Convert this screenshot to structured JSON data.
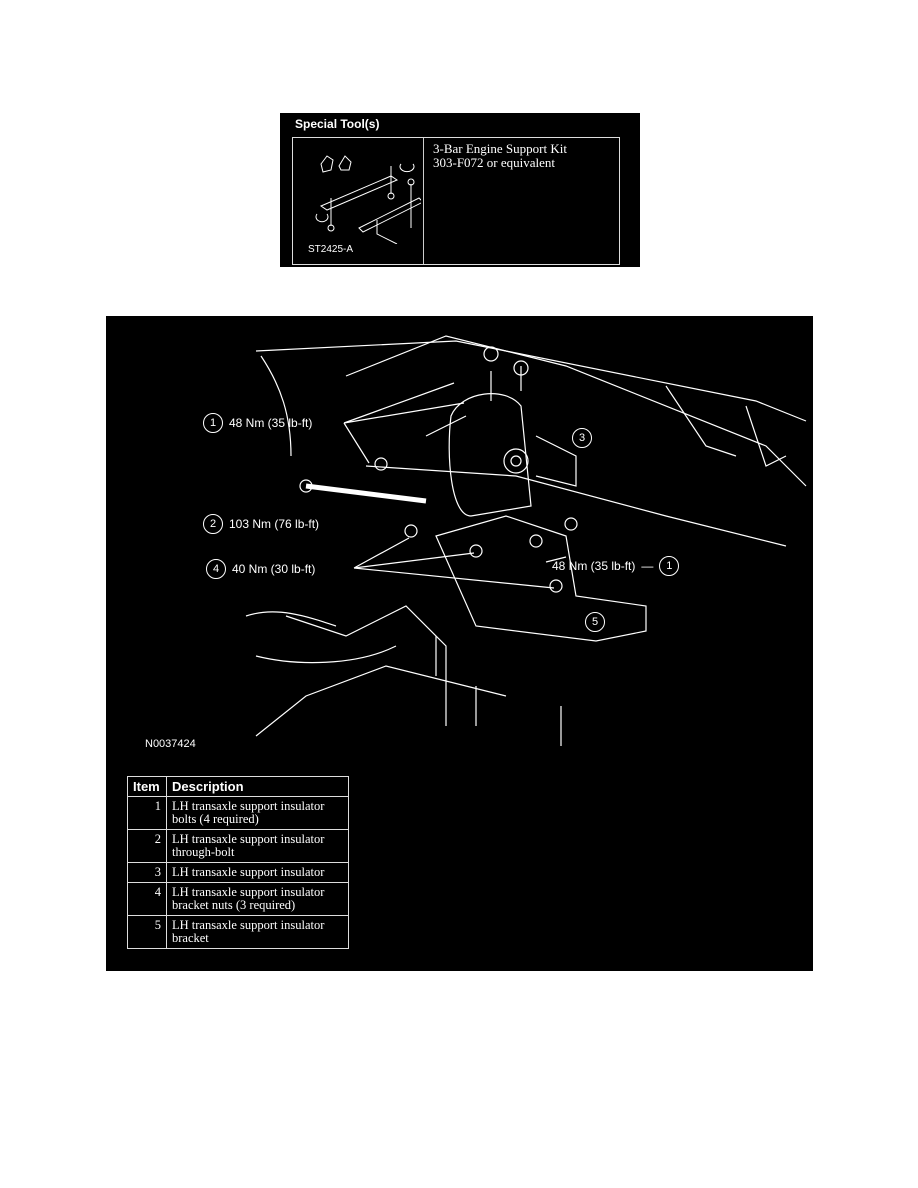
{
  "special_tools": {
    "header": "Special Tool(s)",
    "description_line1": "3-Bar Engine Support Kit",
    "description_line2": "303-F072 or equivalent",
    "illustration_code": "ST2425-A"
  },
  "diagram": {
    "figure_code": "N0037424",
    "callouts": [
      {
        "num": "1",
        "torque": "48 Nm (35 lb-ft)"
      },
      {
        "num": "2",
        "torque": "103 Nm (76 lb-ft)"
      },
      {
        "num": "4",
        "torque": "40 Nm (30 lb-ft)"
      },
      {
        "num": "1",
        "torque": "48 Nm (35 lb-ft)"
      },
      {
        "num": "3"
      },
      {
        "num": "5"
      }
    ]
  },
  "legend_table": {
    "headers": [
      "Item",
      "Description"
    ],
    "rows": [
      {
        "item": "1",
        "line1": "LH transaxle support insulator",
        "line2": "bolts (4 required)"
      },
      {
        "item": "2",
        "line1": "LH transaxle support insulator",
        "line2": "through-bolt"
      },
      {
        "item": "3",
        "line1": "LH transaxle support insulator",
        "line2": ""
      },
      {
        "item": "4",
        "line1": "LH transaxle support insulator",
        "line2": "bracket nuts (3 required)"
      },
      {
        "item": "5",
        "line1": "LH transaxle support insulator",
        "line2": "bracket"
      }
    ]
  }
}
